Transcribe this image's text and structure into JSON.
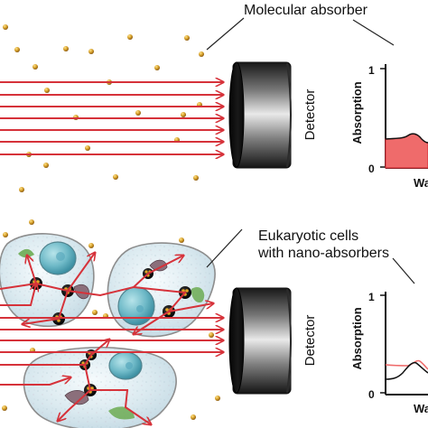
{
  "top_panel": {
    "callout": "Molecular absorber",
    "detector_label": "Detector",
    "graph": {
      "y_axis_label": "Absorption",
      "x_axis_label_visible": "Wa",
      "ticks": {
        "one": "1",
        "zero": "0"
      }
    }
  },
  "bottom_panel": {
    "callout_line_1": "Eukaryotic cells",
    "callout_line_2": "with nano-absorbers",
    "detector_label": "Detector",
    "graph": {
      "y_axis_label": "Absorption",
      "x_axis_label_visible": "Wa",
      "ticks": {
        "one": "1",
        "zero": "0"
      }
    }
  },
  "colors": {
    "beam": "#d6323a",
    "absorber": "#d6a12a",
    "spectrum_fill": "#ef6b6b",
    "cell_fill": "#dce9ef"
  }
}
